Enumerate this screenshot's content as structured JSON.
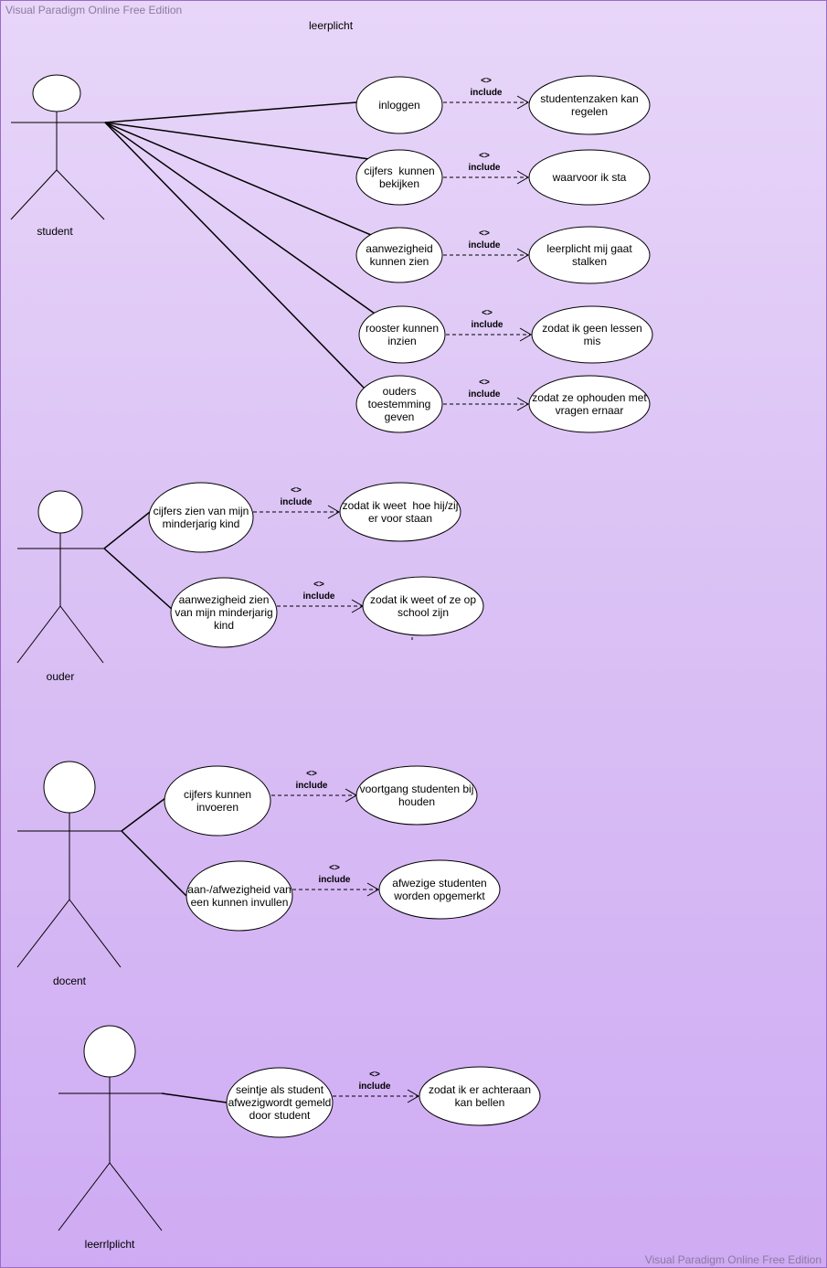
{
  "watermark_top": "Visual Paradigm Online Free Edition",
  "watermark_bottom": "Visual Paradigm Online Free Edition",
  "title": "leerplicht",
  "actors": {
    "student": "student",
    "ouder": "ouder",
    "docent": "docent",
    "leerplicht": "leerrlplicht"
  },
  "include_top": "<>",
  "include_label": "include",
  "usecases": {
    "inloggen": [
      "inloggen"
    ],
    "studentenzaken": [
      "studentenzaken kan",
      "regelen"
    ],
    "cijfers_bekijken": [
      "cijfers  kunnen",
      "bekijken"
    ],
    "waarvoor": [
      "waarvoor ik sta"
    ],
    "aanwezigheid_zien": [
      "aanwezigheid",
      "kunnen zien"
    ],
    "stalken": [
      "leerplicht mij gaat",
      "stalken"
    ],
    "rooster": [
      "rooster kunnen",
      "inzien"
    ],
    "lessen": [
      "zodat ik geen lessen",
      "mis"
    ],
    "ouders_toestemming": [
      "ouders",
      "toestemming",
      "geven"
    ],
    "ophouden": [
      "zodat ze ophouden met",
      "vragen ernaar"
    ],
    "cijfers_kind": [
      "cijfers zien van mijn",
      "minderjarig kind"
    ],
    "hoe_staan": [
      "zodat ik weet  hoe hij/zij",
      "er voor staan"
    ],
    "aanwezigheid_kind": [
      "aanwezigheid zien",
      "van mijn minderjarig",
      "kind"
    ],
    "op_school": [
      "zodat ik weet of ze op",
      "school zijn"
    ],
    "cijfers_invoeren": [
      "cijfers kunnen",
      "invoeren"
    ],
    "voortgang": [
      "voortgang studenten bij",
      "houden"
    ],
    "afwezigheid_invullen": [
      "aan-/afwezigheid van",
      "een kunnen invullen"
    ],
    "opgemerkt": [
      "afwezige studenten",
      "worden opgemerkt"
    ],
    "seintje": [
      "seintje als student",
      "afwezigwordt gemeld",
      "door student"
    ],
    "bellen": [
      "zodat ik er achteraan",
      "kan bellen"
    ]
  }
}
